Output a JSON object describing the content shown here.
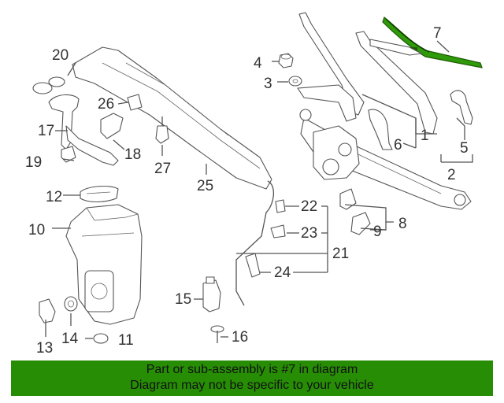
{
  "labels": {
    "n1": "1",
    "n2": "2",
    "n3": "3",
    "n4": "4",
    "n5": "5",
    "n6": "6",
    "n7": "7",
    "n8": "8",
    "n9": "9",
    "n10": "10",
    "n11": "11",
    "n12": "12",
    "n13": "13",
    "n14": "14",
    "n15": "15",
    "n16": "16",
    "n17": "17",
    "n18": "18",
    "n19": "19",
    "n20": "20",
    "n21": "21",
    "n22": "22",
    "n23": "23",
    "n24": "24",
    "n25": "25",
    "n26": "26",
    "n27": "27"
  },
  "highlighted_part": "7",
  "colors": {
    "banner": "#278d05",
    "highlight": "#1f8a00",
    "lines": "#555555"
  },
  "banner": {
    "line1": "Part or sub-assembly is #7 in diagram",
    "line2": "Diagram may not be specific to your vehicle"
  }
}
